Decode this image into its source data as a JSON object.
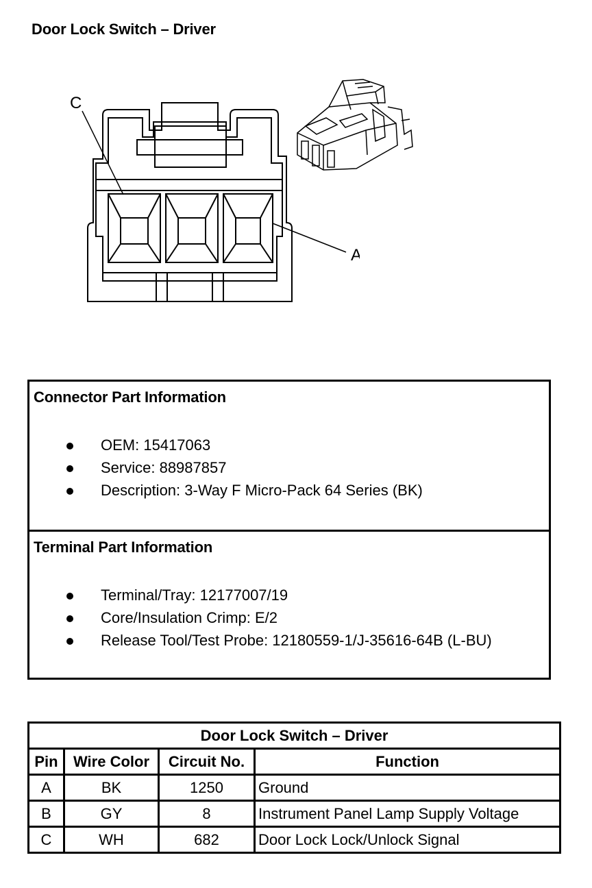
{
  "page": {
    "title": "Door Lock Switch – Driver"
  },
  "diagram": {
    "callouts": {
      "c": "C",
      "a": "A"
    }
  },
  "connector_info": {
    "heading": "Connector Part Information",
    "items": [
      "OEM: 15417063",
      "Service: 88987857",
      "Description: 3-Way F Micro-Pack 64 Series (BK)"
    ]
  },
  "terminal_info": {
    "heading": "Terminal Part Information",
    "items": [
      "Terminal/Tray: 12177007/19",
      "Core/Insulation Crimp: E/2",
      "Release Tool/Test Probe: 12180559-1/J-35616-64B (L-BU)"
    ]
  },
  "pin_table": {
    "caption": "Door Lock Switch – Driver",
    "headers": [
      "Pin",
      "Wire Color",
      "Circuit No.",
      "Function"
    ],
    "rows": [
      [
        "A",
        "BK",
        "1250",
        "Ground"
      ],
      [
        "B",
        "GY",
        "8",
        "Instrument Panel Lamp Supply Voltage"
      ],
      [
        "C",
        "WH",
        "682",
        "Door Lock Lock/Unlock Signal"
      ]
    ]
  }
}
